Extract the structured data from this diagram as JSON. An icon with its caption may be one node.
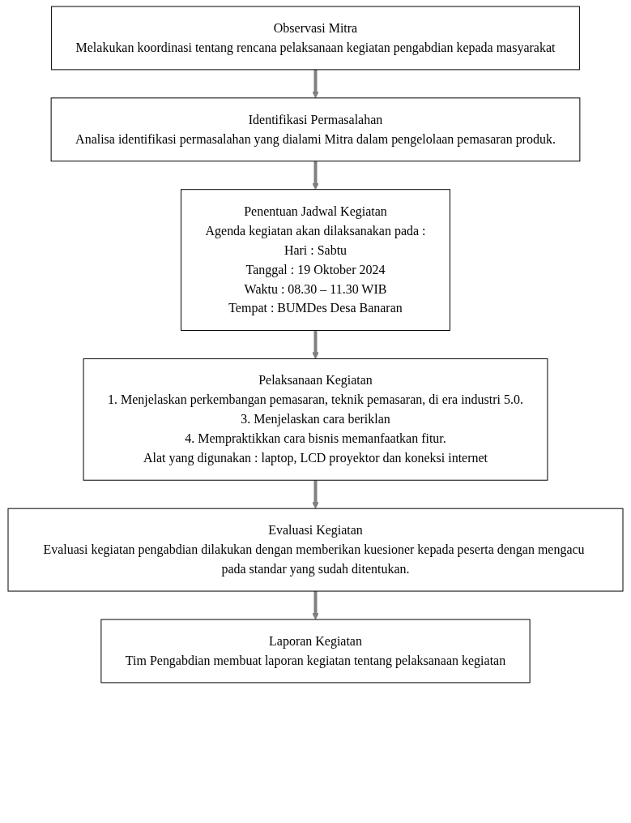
{
  "diagram": {
    "nodes": [
      {
        "text": [
          "Observasi Mitra",
          "Melakukan koordinasi tentang rencana pelaksanaan kegiatan pengabdian kepada masyarakat"
        ]
      },
      {
        "text": [
          "Identifikasi Permasalahan",
          "Analisa identifikasi permasalahan yang dialami Mitra dalam pengelolaan pemasaran produk."
        ]
      },
      {
        "text": [
          "Penentuan Jadwal Kegiatan",
          "Agenda kegiatan akan dilaksanakan pada :",
          "Hari : Sabtu",
          "Tanggal : 19 Oktober 2024",
          "Waktu : 08.30 – 11.30 WIB",
          "Tempat : BUMDes Desa Banaran"
        ]
      },
      {
        "text": [
          "Pelaksanaan Kegiatan",
          "1. Menjelaskan perkembangan pemasaran, teknik pemasaran, di era industri 5.0.",
          "3. Menjelaskan cara beriklan",
          "4. Mempraktikkan cara bisnis memanfaatkan fitur.",
          "Alat yang digunakan : laptop, LCD proyektor dan koneksi internet"
        ]
      },
      {
        "text": [
          "Evaluasi Kegiatan",
          "Evaluasi kegiatan pengabdian dilakukan dengan memberikan kuesioner kepada peserta dengan mengacu pada standar yang sudah ditentukan."
        ]
      },
      {
        "text": [
          "Laporan Kegiatan",
          "Tim Pengabdian membuat laporan kegiatan tentang pelaksanaan kegiatan"
        ]
      }
    ],
    "edges": [
      {
        "from": 0,
        "to": 1,
        "arrow": "to"
      },
      {
        "from": 1,
        "to": 2,
        "arrow": "to"
      },
      {
        "from": 2,
        "to": 3,
        "arrow": "to"
      },
      {
        "from": 3,
        "to": 4,
        "arrow": "to"
      },
      {
        "from": 4,
        "to": 5,
        "arrow": "to"
      }
    ]
  }
}
